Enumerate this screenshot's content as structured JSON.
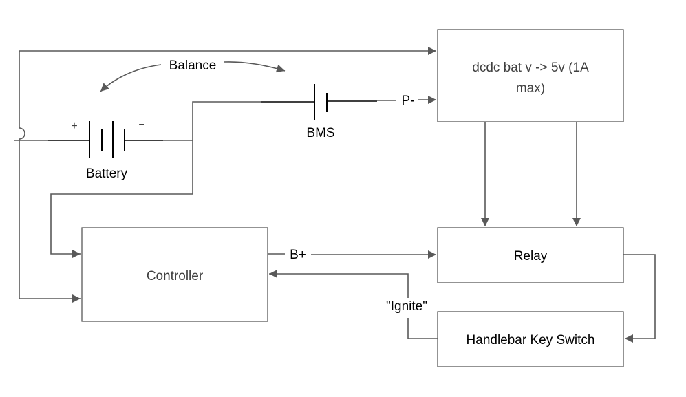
{
  "diagram": {
    "nodes": {
      "dcdc": {
        "line1": "dcdc bat v -> 5v (1A",
        "line2": "max)"
      },
      "controller": {
        "label": "Controller"
      },
      "relay": {
        "label": "Relay"
      },
      "key_switch": {
        "label": "Handlebar Key Switch"
      },
      "battery": {
        "label": "Battery",
        "plus": "+",
        "minus": "−"
      },
      "bms": {
        "label": "BMS"
      }
    },
    "edge_labels": {
      "balance": "Balance",
      "p_minus": "P-",
      "b_plus": "B+",
      "ignite": "\"Ignite\""
    },
    "edges": [
      {
        "from": "battery-plus",
        "to": "dcdc"
      },
      {
        "from": "battery-plus",
        "to": "controller"
      },
      {
        "from": "battery-minus",
        "to": "controller"
      },
      {
        "from": "bms",
        "to": "dcdc",
        "label": "P-"
      },
      {
        "from": "dcdc",
        "to": "relay"
      },
      {
        "from": "dcdc",
        "to": "relay"
      },
      {
        "from": "controller",
        "to": "relay",
        "label": "B+"
      },
      {
        "from": "relay",
        "to": "key_switch"
      },
      {
        "from": "key_switch",
        "to": "controller",
        "label": "\"Ignite\""
      },
      {
        "from": "balance",
        "to": "battery"
      },
      {
        "from": "balance",
        "to": "bms"
      }
    ],
    "colors": {
      "wire": "#595959",
      "box_border": "#595959",
      "symbol": "#000000"
    }
  }
}
